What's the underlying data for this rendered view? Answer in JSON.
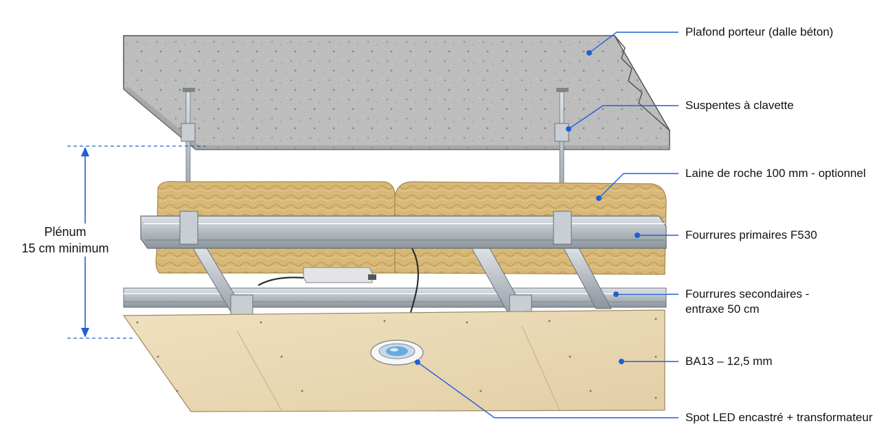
{
  "labels": {
    "slab": "Plafond porteur (dalle béton)",
    "hangers": "Suspentes à clavette",
    "insulation": "Laine de roche 100 mm - optionnel",
    "primary": "Fourrures primaires F530",
    "secondary_line1": "Fourrures secondaires -",
    "secondary_line2": "entraxe 50 cm",
    "board": "BA13 – 12,5 mm",
    "spot": "Spot LED encastré + transformateur"
  },
  "plenum": {
    "line1": "Plénum",
    "line2": "15 cm minimum"
  },
  "colors": {
    "leader": "#1f5fd6",
    "dimension": "#1f5fd6",
    "concrete": "#b9b9b9",
    "wool": "#d9b975",
    "steel": "#b5bcc2",
    "board": "#ecdcb8"
  }
}
